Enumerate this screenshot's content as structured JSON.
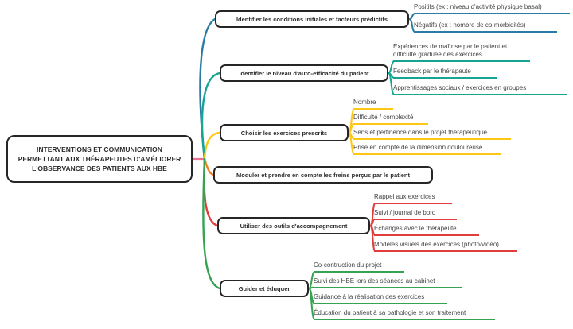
{
  "diagram": {
    "root": {
      "label": "INTERVENTIONS ET COMMUNICATION PERMETTANT AUX THÉRAPEUTES D'AMÉLIORER L'OBSERVANCE DES PATIENTS AUX HBE",
      "lines": {
        "0": "INTERVENTIONS ET COMMUNICATION",
        "1": "PERMETTANT AUX THÉRAPEUTES D'AMÉLIORER",
        "2": "L'OBSERVANCE DES PATIENTS AUX HBE"
      }
    },
    "branches": [
      {
        "label": "Identifier les conditions initiales et facteurs prédictifs",
        "color": "#2a7ca5",
        "leaves": [
          "Positifs (ex : niveau d'activité physique basal)",
          "Négatifs (ex : nombre de co-morbidités)"
        ]
      },
      {
        "label": "Identifier le niveau d'auto-efficacité du patient",
        "color": "#16a493",
        "leaves": [
          "Expériences de maîtrise par le patient et difficulté graduée des exercices",
          "Feedback par le thérapeute",
          "Apprentissages sociaux / exercices en groupes"
        ]
      },
      {
        "label": "Choisir les exercices prescrits",
        "color": "#fdc713",
        "leaves": [
          "Nombre",
          "Difficulté / complexité",
          "Sens et pertinence dans le projet thérapeutique",
          "Prise en compte de la dimension douloureuse"
        ]
      },
      {
        "label": "Moduler et prendre en compte les freins perçus par le patient",
        "color": "#f08122",
        "leaves": []
      },
      {
        "label": "Utiliser des outils d'accompagnement",
        "color": "#e23d3d",
        "leaves": [
          "Rappel aux exercices",
          "Suivi / journal de bord",
          "Échanges avec le thérapeute",
          "Modèles visuels des exercices (photo/vidéo)"
        ]
      },
      {
        "label": "Guider et éduquer",
        "color": "#35a352",
        "leaves": [
          "Co-contruction du projet",
          "Suivi des HBE lors des séances au cabinet",
          "Guidance à la réalisation des exercices",
          "Éducation du patient à sa pathologie et son traitement"
        ]
      }
    ],
    "colors": {
      "root_link": "#ef6f96",
      "box_border": "#262626",
      "background": "#ffffff"
    }
  }
}
